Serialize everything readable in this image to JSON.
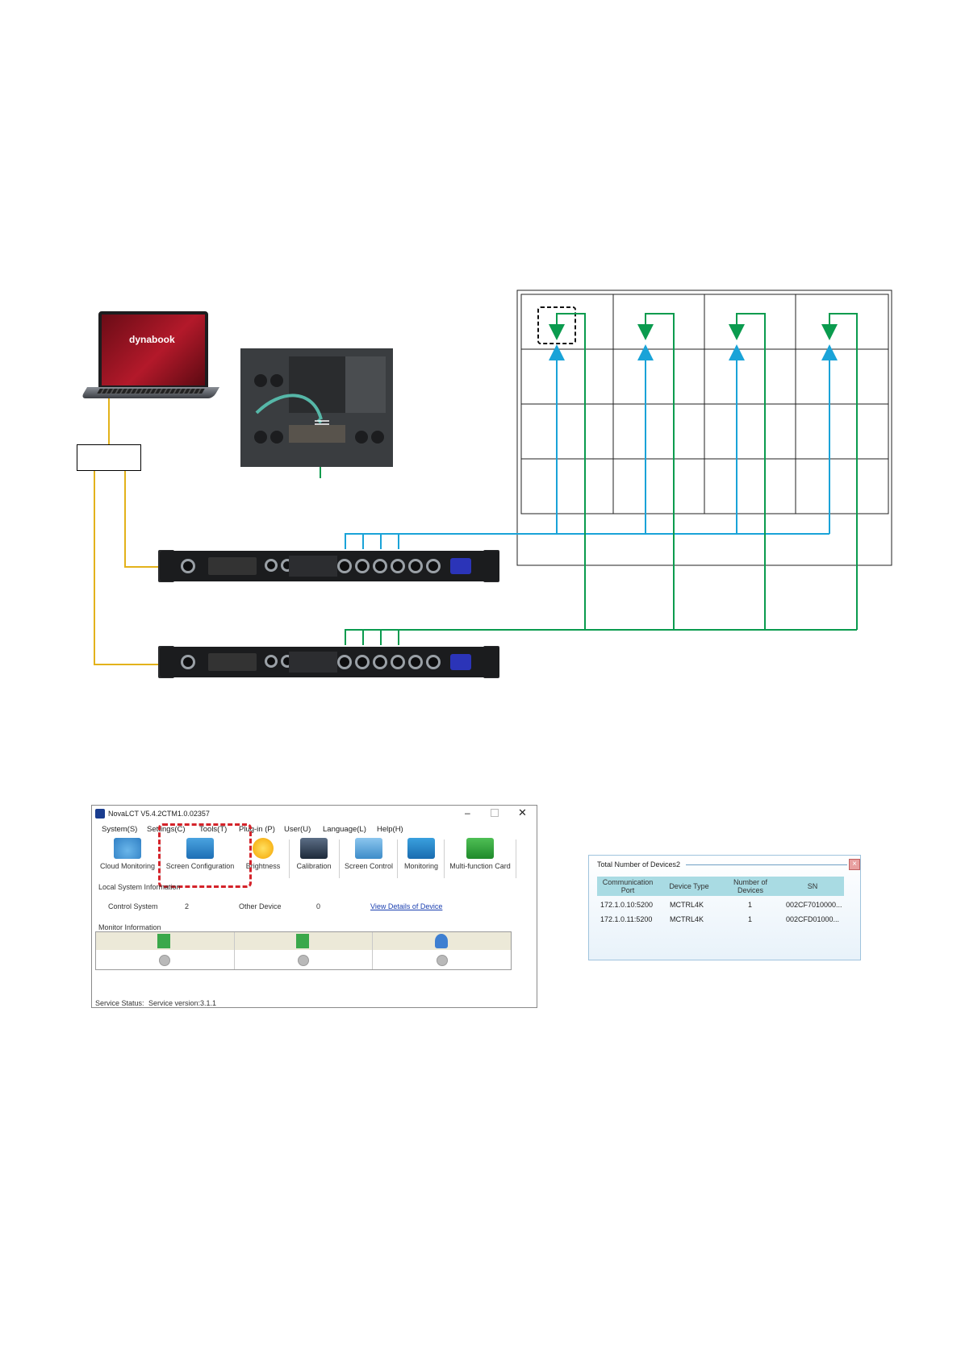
{
  "laptop": {
    "brand": "dynabook"
  },
  "novalct": {
    "title": "NovaLCT V5.4.2CTM1.0.02357",
    "menu": [
      "System(S)",
      "Settings(C)",
      "Tools(T)",
      "Plug-in (P)",
      "User(U)",
      "Language(L)",
      "Help(H)"
    ],
    "tools": [
      "Cloud Monitoring",
      "Screen Configuration",
      "Brightness",
      "Calibration",
      "Screen Control",
      "Monitoring",
      "Multi-function Card"
    ],
    "local_system_label": "Local System Information",
    "control_system_label": "Control System",
    "control_system_value": "2",
    "other_device_label": "Other Device",
    "other_device_value": "0",
    "view_details_link": "View Details of Device",
    "monitor_label": "Monitor Information",
    "service_status": "Service Status:",
    "service_version": "Service version:3.1.1"
  },
  "devices_dialog": {
    "title": "Total Number of Devices2",
    "headers": [
      "Communication Port",
      "Device Type",
      "Number of Devices",
      "SN"
    ],
    "rows": [
      {
        "port": "172.1.0.10:5200",
        "type": "MCTRL4K",
        "count": "1",
        "sn": "002CF7010000..."
      },
      {
        "port": "172.1.0.11:5200",
        "type": "MCTRL4K",
        "count": "1",
        "sn": "002CFD01000..."
      }
    ]
  },
  "colors": {
    "ethernet": "#e3b21b",
    "primary_line": "#1aa3d8",
    "backup_line": "#0a9b4e",
    "highlight": "#d4232a"
  }
}
